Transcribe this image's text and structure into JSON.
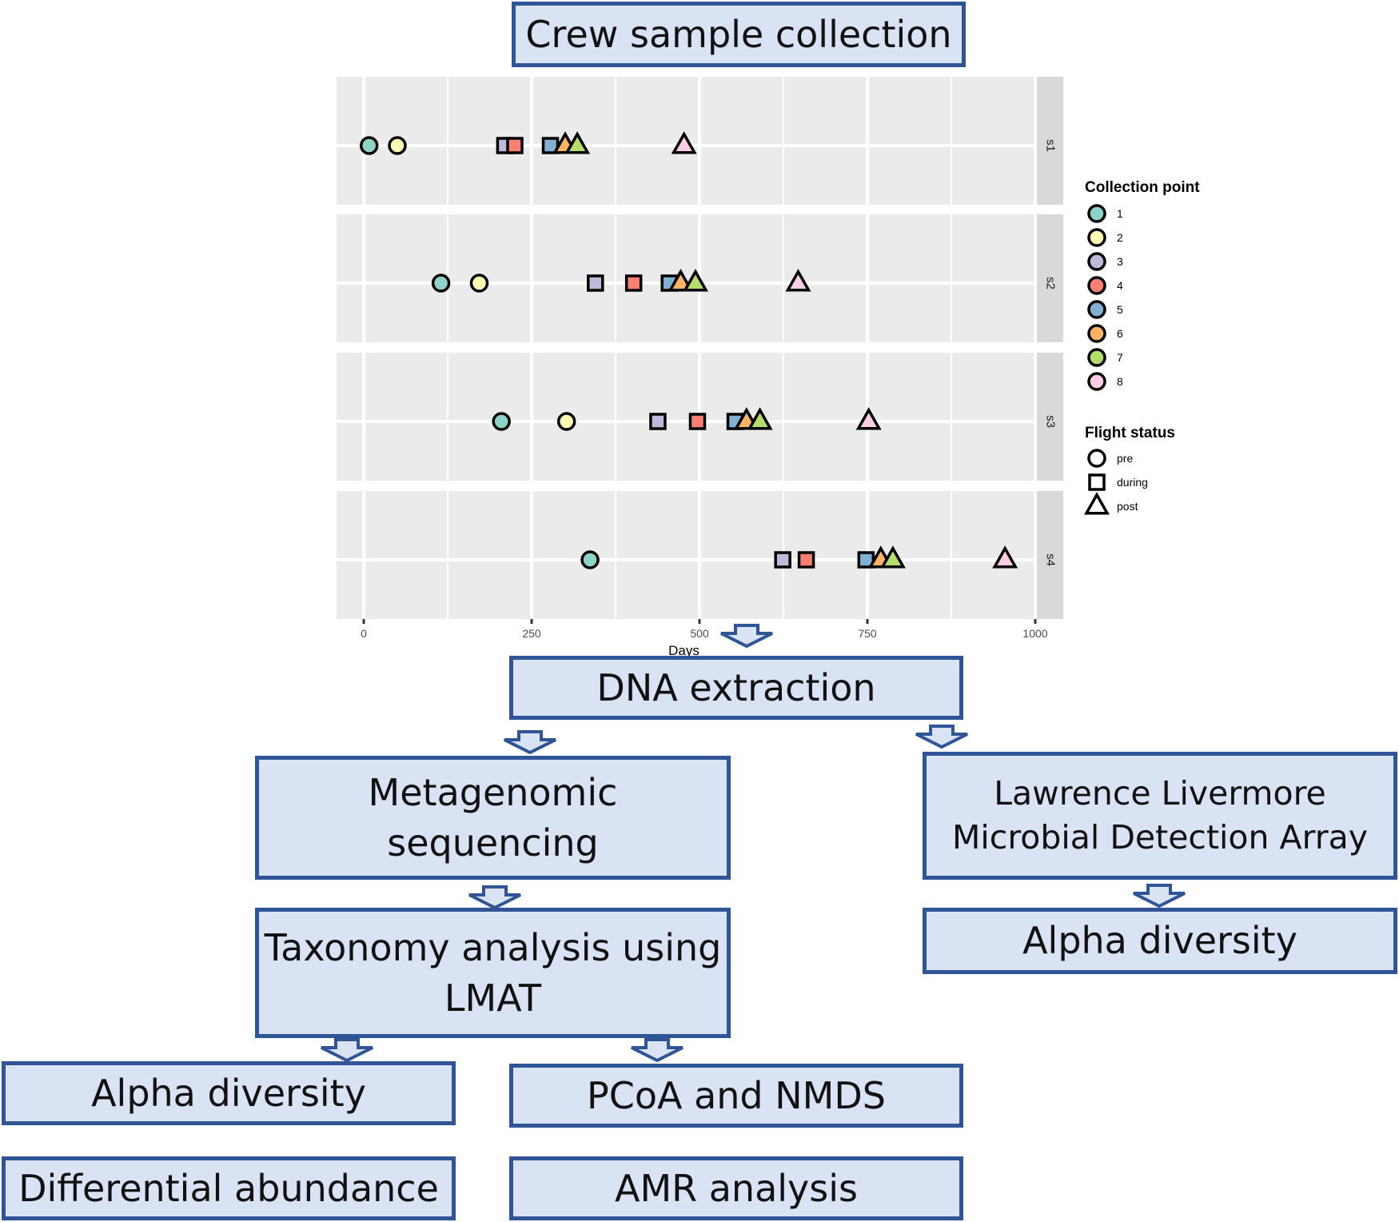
{
  "diagram": {
    "boxes": {
      "crew_sample_collection": "Crew sample collection",
      "dna_extraction": "DNA extraction",
      "metagenomic_sequencing": "Metagenomic\nsequencing",
      "llmda": "Lawrence Livermore\nMicrobial Detection Array",
      "alpha_diversity_right": "Alpha diversity",
      "taxonomy_analysis": "Taxonomy analysis using\nLMAT",
      "alpha_diversity_left": "Alpha diversity",
      "pcoa_nmds": "PCoA and NMDS",
      "differential_abundance": "Differential abundance",
      "amr_analysis": "AMR analysis"
    },
    "colors": {
      "box_fill": "#dae3f3",
      "box_border": "#2f5597",
      "arrow": "#2f5597"
    }
  },
  "chart_data": {
    "type": "scatter",
    "xlabel": "Days",
    "ylabel": "",
    "xlim": [
      -40,
      1030
    ],
    "xticks": [
      0,
      250,
      500,
      750,
      1000
    ],
    "facets": [
      "s1",
      "s2",
      "s3",
      "s4"
    ],
    "grid": true,
    "legend_position": "right",
    "legends": {
      "color": {
        "title": "Collection point",
        "entries": [
          {
            "label": "1",
            "color": "#8dd3c7"
          },
          {
            "label": "2",
            "color": "#ffffb3"
          },
          {
            "label": "3",
            "color": "#bebada"
          },
          {
            "label": "4",
            "color": "#fb8072"
          },
          {
            "label": "5",
            "color": "#80b1d3"
          },
          {
            "label": "6",
            "color": "#fdb462"
          },
          {
            "label": "7",
            "color": "#b3de69"
          },
          {
            "label": "8",
            "color": "#fccde5"
          }
        ]
      },
      "shape": {
        "title": "Flight status",
        "entries": [
          {
            "label": "pre",
            "shape": "circle"
          },
          {
            "label": "during",
            "shape": "square"
          },
          {
            "label": "post",
            "shape": "triangle"
          }
        ]
      }
    },
    "points": [
      {
        "facet": "s1",
        "day": 8,
        "point": "1",
        "status": "pre"
      },
      {
        "facet": "s1",
        "day": 50,
        "point": "2",
        "status": "pre"
      },
      {
        "facet": "s1",
        "day": 210,
        "point": "3",
        "status": "during"
      },
      {
        "facet": "s1",
        "day": 225,
        "point": "4",
        "status": "during"
      },
      {
        "facet": "s1",
        "day": 278,
        "point": "5",
        "status": "during"
      },
      {
        "facet": "s1",
        "day": 300,
        "point": "6",
        "status": "post"
      },
      {
        "facet": "s1",
        "day": 318,
        "point": "7",
        "status": "post"
      },
      {
        "facet": "s1",
        "day": 477,
        "point": "8",
        "status": "post"
      },
      {
        "facet": "s2",
        "day": 115,
        "point": "1",
        "status": "pre"
      },
      {
        "facet": "s2",
        "day": 172,
        "point": "2",
        "status": "pre"
      },
      {
        "facet": "s2",
        "day": 345,
        "point": "3",
        "status": "during"
      },
      {
        "facet": "s2",
        "day": 402,
        "point": "4",
        "status": "during"
      },
      {
        "facet": "s2",
        "day": 455,
        "point": "5",
        "status": "during"
      },
      {
        "facet": "s2",
        "day": 472,
        "point": "6",
        "status": "post"
      },
      {
        "facet": "s2",
        "day": 494,
        "point": "7",
        "status": "post"
      },
      {
        "facet": "s2",
        "day": 647,
        "point": "8",
        "status": "post"
      },
      {
        "facet": "s3",
        "day": 205,
        "point": "1",
        "status": "pre"
      },
      {
        "facet": "s3",
        "day": 302,
        "point": "2",
        "status": "pre"
      },
      {
        "facet": "s3",
        "day": 438,
        "point": "3",
        "status": "during"
      },
      {
        "facet": "s3",
        "day": 497,
        "point": "4",
        "status": "during"
      },
      {
        "facet": "s3",
        "day": 553,
        "point": "5",
        "status": "during"
      },
      {
        "facet": "s3",
        "day": 570,
        "point": "6",
        "status": "post"
      },
      {
        "facet": "s3",
        "day": 590,
        "point": "7",
        "status": "post"
      },
      {
        "facet": "s3",
        "day": 752,
        "point": "8",
        "status": "post"
      },
      {
        "facet": "s4",
        "day": 337,
        "point": "1",
        "status": "pre"
      },
      {
        "facet": "s4",
        "day": 624,
        "point": "3",
        "status": "during"
      },
      {
        "facet": "s4",
        "day": 659,
        "point": "4",
        "status": "during"
      },
      {
        "facet": "s4",
        "day": 748,
        "point": "5",
        "status": "during"
      },
      {
        "facet": "s4",
        "day": 770,
        "point": "6",
        "status": "post"
      },
      {
        "facet": "s4",
        "day": 788,
        "point": "7",
        "status": "post"
      },
      {
        "facet": "s4",
        "day": 955,
        "point": "8",
        "status": "post"
      }
    ]
  }
}
